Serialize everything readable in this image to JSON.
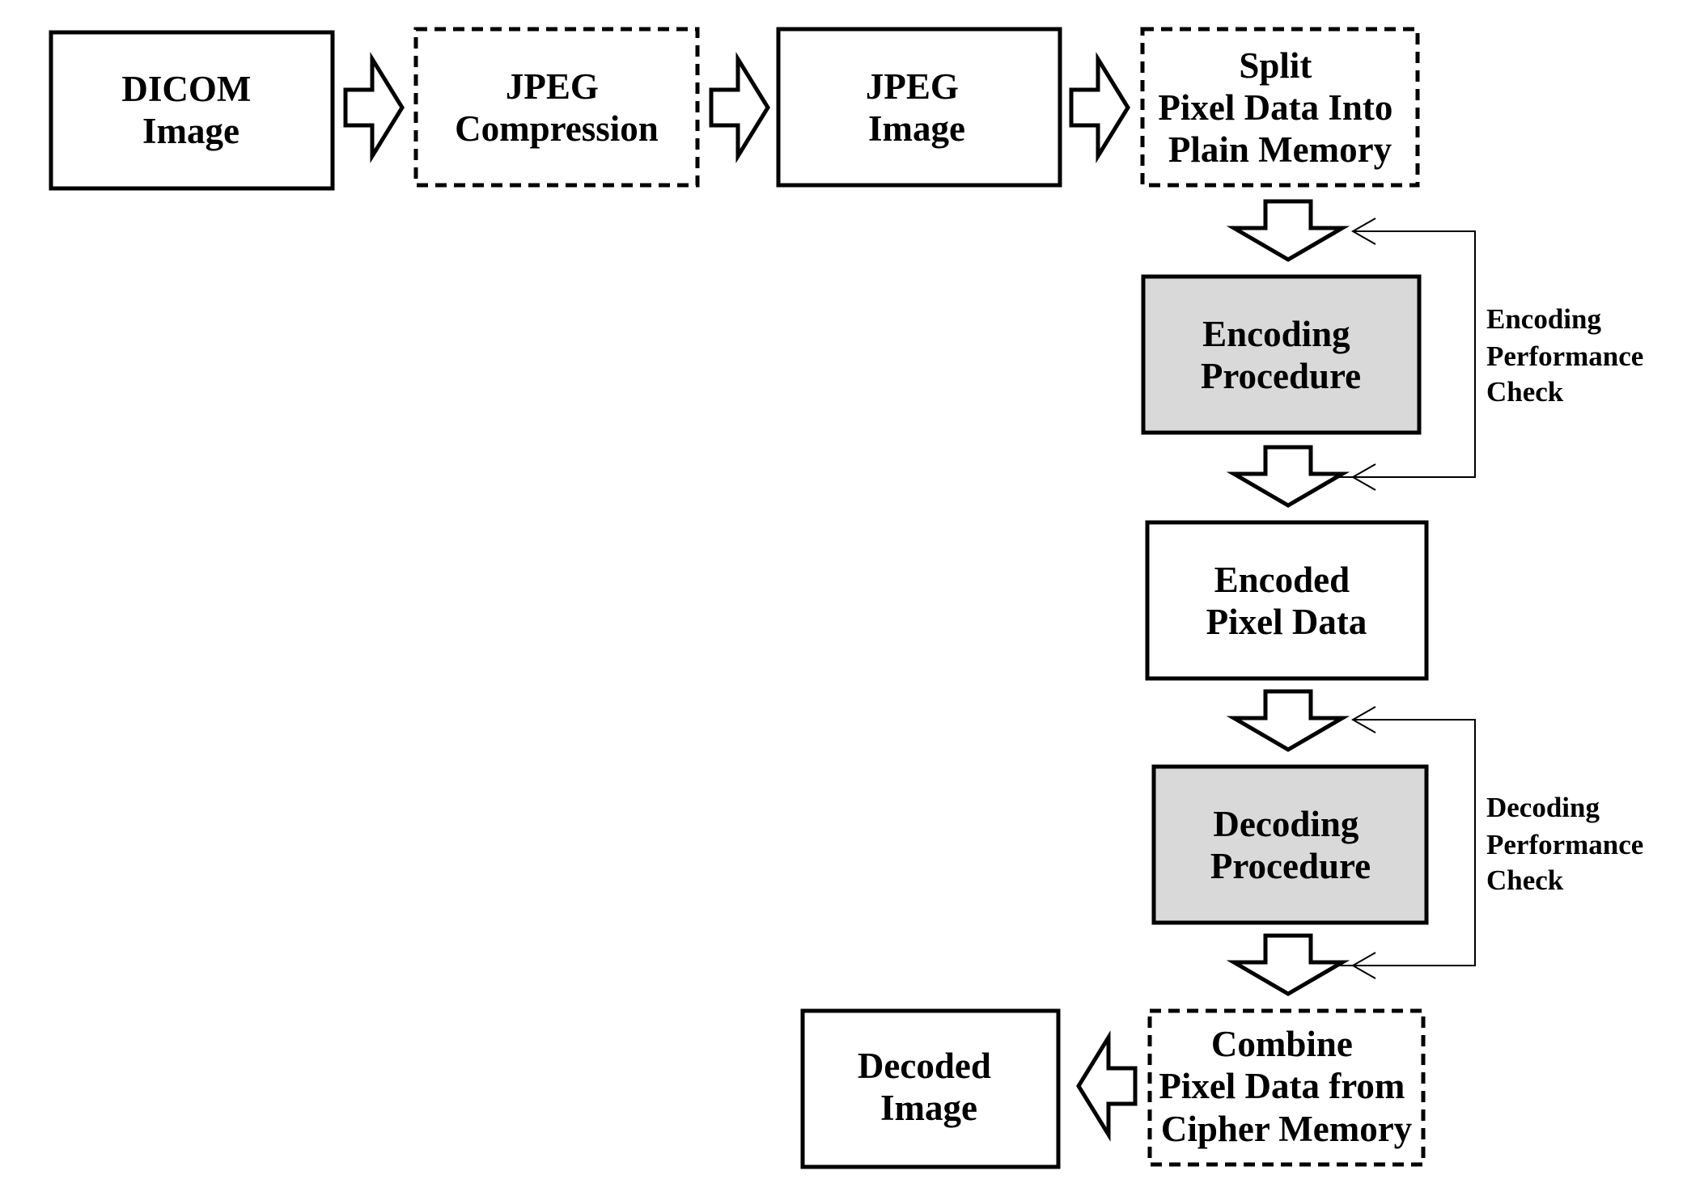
{
  "nodes": {
    "dicom_image": {
      "lines": [
        "DICOM",
        "Image"
      ],
      "style": "solid"
    },
    "jpeg_compression": {
      "lines": [
        "JPEG",
        "Compression"
      ],
      "style": "dashed"
    },
    "jpeg_image": {
      "lines": [
        "JPEG",
        "Image"
      ],
      "style": "solid"
    },
    "split_pixel_data": {
      "lines": [
        "Split",
        "Pixel Data Into",
        "Plain Memory"
      ],
      "style": "dashed"
    },
    "encoding_procedure": {
      "lines": [
        "Encoding",
        "Procedure"
      ],
      "style": "shaded"
    },
    "encoded_pixel_data": {
      "lines": [
        "Encoded",
        "Pixel Data"
      ],
      "style": "solid"
    },
    "decoding_procedure": {
      "lines": [
        "Decoding",
        "Procedure"
      ],
      "style": "shaded"
    },
    "combine_pixel_data": {
      "lines": [
        "Combine",
        "Pixel Data from",
        "Cipher Memory"
      ],
      "style": "dashed"
    },
    "decoded_image": {
      "lines": [
        "Decoded",
        "Image"
      ],
      "style": "solid"
    }
  },
  "feedback_labels": {
    "encoding_check": [
      "Encoding",
      "Performance",
      "Check"
    ],
    "decoding_check": [
      "Decoding",
      "Performance",
      "Check"
    ]
  },
  "colors": {
    "stroke": "#000000",
    "background": "#ffffff",
    "shaded_fill": "#d9d9d9"
  }
}
